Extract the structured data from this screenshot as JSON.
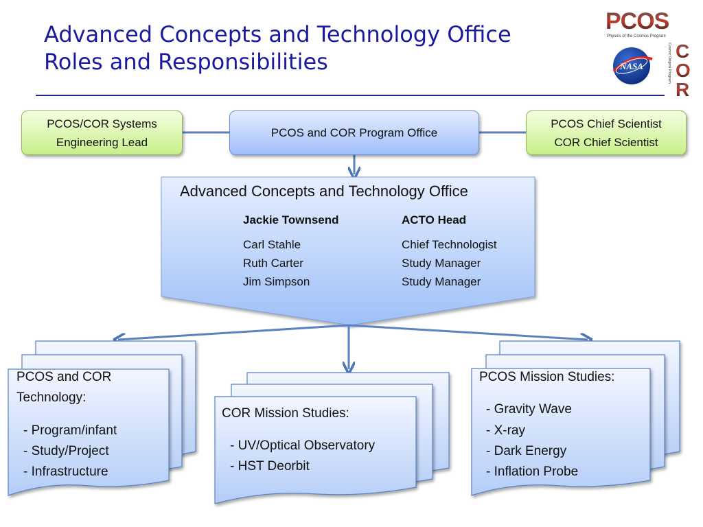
{
  "title": {
    "line1": "Advanced Concepts and Technology Office",
    "line2": "Roles and Responsibilities"
  },
  "logo": {
    "main": "PCOS",
    "tagline": "Physics of the Cosmos Program",
    "vertical": "COR",
    "vertical_tagline": "Cosmic Origins Program",
    "nasa": "NASA"
  },
  "top_boxes": {
    "left": {
      "line1": "PCOS/COR Systems",
      "line2": "Engineering Lead"
    },
    "center": {
      "label": "PCOS and COR Program Office"
    },
    "right": {
      "line1": "PCOS Chief Scientist",
      "line2": "COR Chief Scientist"
    }
  },
  "acto": {
    "title": "Advanced Concepts and Technology Office",
    "head_name": "Jackie Townsend",
    "head_role": "ACTO Head",
    "members": [
      {
        "name": "Carl Stahle",
        "role": "Chief Technologist"
      },
      {
        "name": "Ruth Carter",
        "role": "Study Manager"
      },
      {
        "name": "Jim Simpson",
        "role": "Study Manager"
      }
    ]
  },
  "docs": {
    "left": {
      "title1": "PCOS and COR",
      "title2": "Technology:",
      "items": [
        "- Program/infant",
        "- Study/Project",
        "- Infrastructure"
      ]
    },
    "center": {
      "title1": "COR Mission Studies:",
      "items": [
        "- UV/Optical Observatory",
        "- HST Deorbit"
      ]
    },
    "right": {
      "title1": "PCOS Mission Studies:",
      "items": [
        "- Gravity Wave",
        "- X-ray",
        "- Dark Energy",
        "- Inflation Probe"
      ]
    }
  },
  "colors": {
    "title": "#1a1aa0",
    "connector": "#5a82be",
    "green_box": "#c8f08a",
    "blue_box": "#9fbef8"
  }
}
